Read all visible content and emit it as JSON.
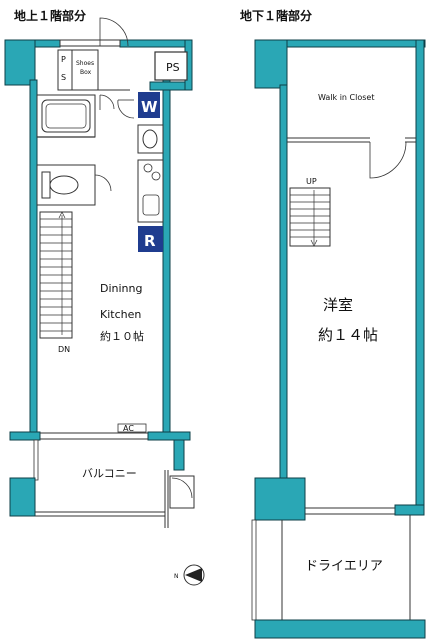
{
  "floors": {
    "upper": {
      "title": "地上１階部分",
      "rooms": {
        "ps_left": "P\nS",
        "shoes_box": "Shoes\nBox",
        "ps_right": "PS",
        "washer": "W",
        "fridge": "R",
        "dining_line1": "Dininng",
        "dining_line2": "Kitchen",
        "dining_line3": "約１０帖",
        "stairs_dn": "DN",
        "ac": "AC",
        "balcony": "バルコニー"
      }
    },
    "lower": {
      "title": "地下１階部分",
      "rooms": {
        "walk_in_closet": "Walk in Closet",
        "stairs_up": "UP",
        "western_line1": "洋室",
        "western_line2": "約１４帖",
        "dry_area": "ドライエリア"
      }
    }
  },
  "compass": {
    "label": "N"
  },
  "colors": {
    "wall": "#2aa7b5",
    "wall_edge": "#0d3f47",
    "label_bg": "#1f3c8f",
    "line": "#333333"
  }
}
